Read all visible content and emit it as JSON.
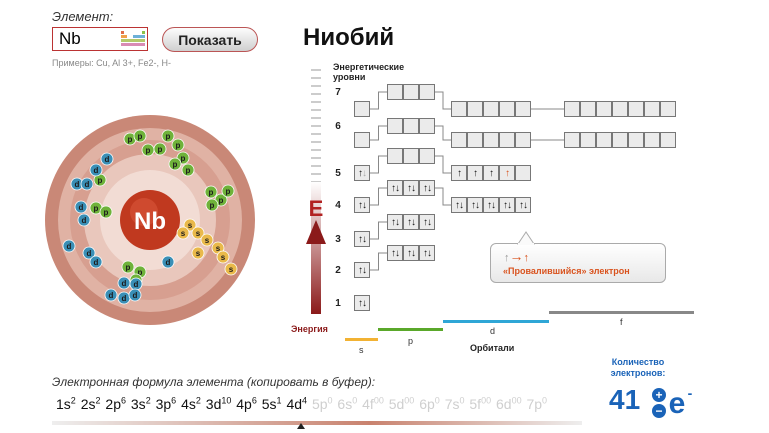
{
  "header": {
    "element_label": "Элемент:",
    "element_value": "Nb",
    "show_button": "Показать",
    "examples": "Примеры: Cu, Al 3+, Fe2-, H-",
    "ptable_icon": "periodic-table-icon"
  },
  "element_name": "Ниобий",
  "atom": {
    "symbol": "Nb",
    "electron_labels": [
      "s",
      "p",
      "d"
    ],
    "colors": {
      "s": "#e9b94a",
      "p": "#6fb23a",
      "d": "#3a8fb6",
      "nucleus": "#c0391f"
    }
  },
  "diagram": {
    "levels_header_line1": "Энергетические",
    "levels_header_line2": "уровни",
    "level_numbers": [
      "7",
      "6",
      "5",
      "4",
      "3",
      "2",
      "1"
    ],
    "energy_letter": "E",
    "energy_label": "Энергия",
    "orbital_labels": {
      "s": "s",
      "p": "p",
      "d": "d",
      "f": "f"
    },
    "orbitals_label": "Орбитали",
    "orbital_colors": {
      "s": "#f2b233",
      "p": "#5aa82a",
      "d": "#2fa6d6",
      "f": "#888888"
    },
    "up_arrow": "↑",
    "updown_arrow": "↑↓",
    "dim_up_arrow": "↓",
    "red_arrow": "↑"
  },
  "callout": {
    "text": "«Провалившийся» электрон",
    "icon_from": "↑",
    "icon_mid": "→",
    "icon_to": "↑"
  },
  "formula": {
    "label": "Электронная формула элемента (копировать в буфер):",
    "terms": [
      {
        "o": "1s",
        "n": "2",
        "dim": false
      },
      {
        "o": "2s",
        "n": "2",
        "dim": false
      },
      {
        "o": "2p",
        "n": "6",
        "dim": false
      },
      {
        "o": "3s",
        "n": "2",
        "dim": false
      },
      {
        "o": "3p",
        "n": "6",
        "dim": false
      },
      {
        "o": "4s",
        "n": "2",
        "dim": false
      },
      {
        "o": "3d",
        "n": "10",
        "dim": false
      },
      {
        "o": "4p",
        "n": "6",
        "dim": false
      },
      {
        "o": "5s",
        "n": "1",
        "dim": false
      },
      {
        "o": "4d",
        "n": "4",
        "dim": false
      },
      {
        "o": "5p",
        "n": "0",
        "dim": true
      },
      {
        "o": "6s",
        "n": "0",
        "dim": true
      },
      {
        "o": "4f",
        "n": "00",
        "dim": true
      },
      {
        "o": "5d",
        "n": "00",
        "dim": true
      },
      {
        "o": "6p",
        "n": "0",
        "dim": true
      },
      {
        "o": "7s",
        "n": "0",
        "dim": true
      },
      {
        "o": "5f",
        "n": "00",
        "dim": true
      },
      {
        "o": "6d",
        "n": "00",
        "dim": true
      },
      {
        "o": "7p",
        "n": "0",
        "dim": true
      }
    ],
    "slider_fraction": 0.47
  },
  "count": {
    "label_line1": "Количество",
    "label_line2": "электронов:",
    "value": "41",
    "electron_symbol": "e",
    "minus_symbol": "-",
    "plus_button": "+",
    "minus_button": "−"
  }
}
